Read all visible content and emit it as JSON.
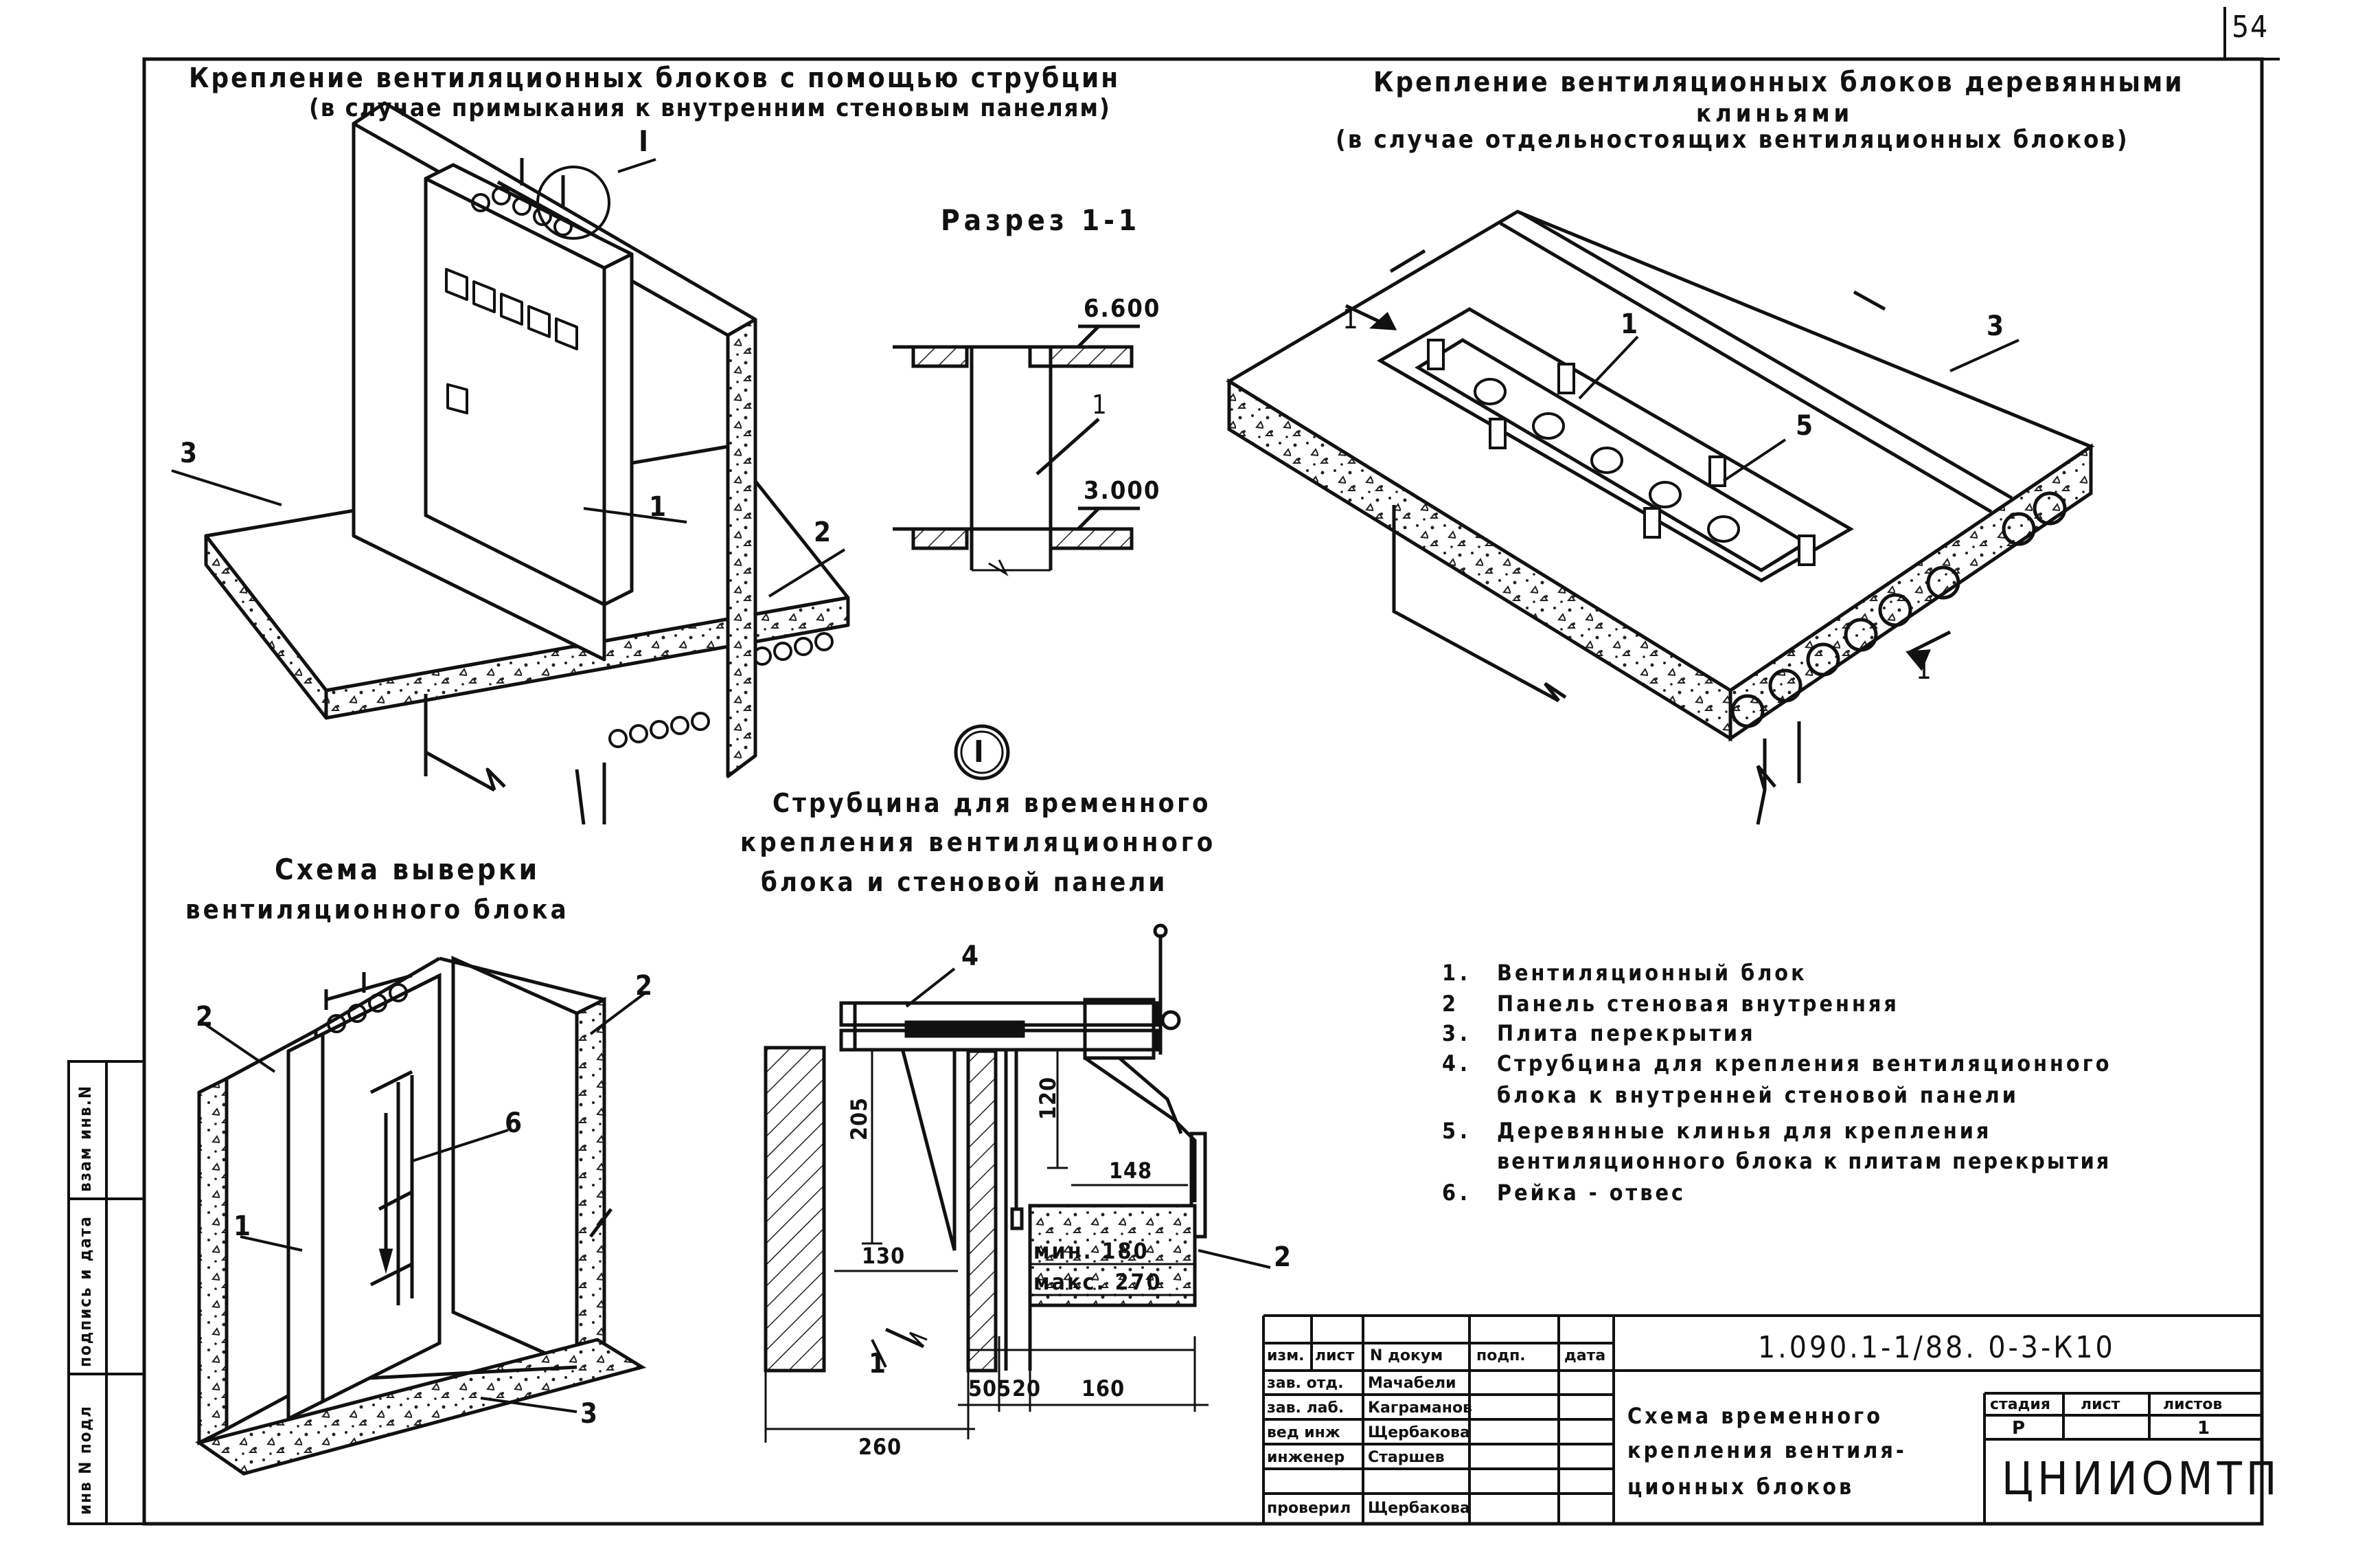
{
  "page_number": "54",
  "top_left_title": {
    "line1": "Крепление вентиляционных блоков с помощью струбцин",
    "line2": "(в случае примыкания к внутренним стеновым панелям)"
  },
  "top_right_title": {
    "line1": "Крепление вентиляционных блоков деревянными",
    "line2": "клиньями",
    "line3": "(в случае отдельностоящих вентиляционных блоков)"
  },
  "section_title": "Разрез 1-1",
  "section_marks": {
    "elev_top": "6.600",
    "elev_bottom": "3.000",
    "item": "1"
  },
  "node_marker": "I",
  "node_marker_left": "I",
  "clamp_title": {
    "line1": "Струбцина для временного",
    "line2": "крепления вентиляционного",
    "line3": "блока и стеновой панели"
  },
  "check_title": {
    "line1": "Схема выверки",
    "line2": "вентиляционного блока"
  },
  "leaders": {
    "left_3": "3",
    "left_1": "1",
    "left_2": "2",
    "right_1": "1",
    "right_3": "3",
    "right_5": "5",
    "sec_1": "1",
    "sec_1b": "1",
    "check_2a": "2",
    "check_2b": "2",
    "check_6": "6",
    "check_1": "1",
    "check_3": "3",
    "clamp_4": "4",
    "clamp_2": "2",
    "clamp_1": "1"
  },
  "clamp_dims": {
    "d205": "205",
    "d120": "120",
    "d148": "148",
    "d130": "130",
    "min": "мин. 180",
    "max": "макс. 270",
    "d505": "505",
    "d20": "20",
    "d160": "160",
    "d260": "260"
  },
  "legend": [
    {
      "num": "1.",
      "text": "Вентиляционный блок"
    },
    {
      "num": "2",
      "text": "Панель стеновая внутренняя"
    },
    {
      "num": "3.",
      "text": "Плита перекрытия"
    },
    {
      "num": "4.",
      "text": "Струбцина для крепления вентиляционного"
    },
    {
      "num": "",
      "text": "блока к внутренней стеновой панели"
    },
    {
      "num": "5.",
      "text": "Деревянные клинья для крепления"
    },
    {
      "num": "",
      "text": "вентиляционного блока к плитам перекрытия"
    },
    {
      "num": "6.",
      "text": "Рейка - отвес"
    }
  ],
  "stamp": {
    "code": "1.090.1-1/88. 0-3-К10",
    "title_line1": "Схема временного",
    "title_line2": "крепления вентиля-",
    "title_line3": "ционных блоков",
    "headers": [
      "изм.",
      "лист",
      "N докум",
      "подп.",
      "дата"
    ],
    "rows": [
      {
        "role": "зав. отд.",
        "name": "Мачабели"
      },
      {
        "role": "зав. лаб.",
        "name": "Каграманов"
      },
      {
        "role": "вед инж",
        "name": "Щербакова"
      },
      {
        "role": "инженер",
        "name": "Старшев"
      },
      {
        "role": "проверил",
        "name": "Щербакова"
      }
    ],
    "stage_label": "стадия",
    "sheet_label": "лист",
    "sheets_label": "листов",
    "stage": "Р",
    "sheet": "1",
    "org": "ЦНИИОМТП"
  },
  "side_stamp": {
    "inv_zam": "взам инв.N",
    "sign_date": "подпись и дата",
    "inv_podl": "инв N подл"
  }
}
